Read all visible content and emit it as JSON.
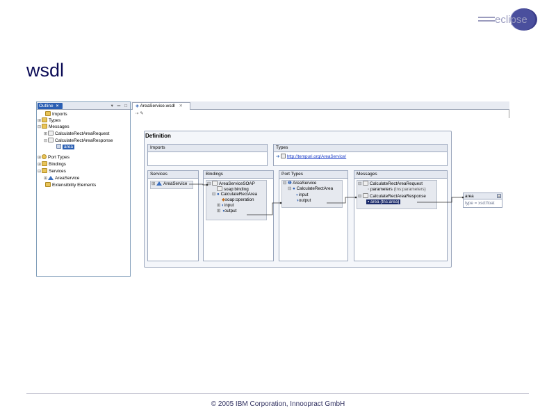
{
  "slide": {
    "title": "wsdl",
    "footer": "© 2005 IBM Corporation, Innoopract GmbH",
    "logo": "eclipse"
  },
  "outline": {
    "tab_label": "Outline",
    "close_glyph": "×",
    "toolbar_glyphs": "▾ ═ □",
    "items": {
      "imports": "Imports",
      "types": "Types",
      "messages": "Messages",
      "msg_request": "CalculateRectAreaRequest",
      "msg_response": "CalculateRectAreaResponse",
      "part_area": "area",
      "port_types": "Port Types",
      "bindings": "Bindings",
      "services": "Services",
      "service_area": "AreaService",
      "extensibility": "Extensibility Elements"
    }
  },
  "editor": {
    "tab_label": "AreaService.wsdl",
    "tab_close": "⨯",
    "toolbar": "⇢  ✎",
    "definition_title": "Definition",
    "sections": {
      "imports": {
        "title": "Imports"
      },
      "types": {
        "title": "Types",
        "entry": "http://tempuri.org/AreaService/"
      },
      "services": {
        "title": "Services",
        "entry": "AreaService"
      },
      "bindings": {
        "title": "Bindings",
        "binding": "AreaServiceSOAP",
        "soap_binding": "soap:binding",
        "operation": "CalculateRectArea",
        "soap_operation": "soap:operation",
        "input": "input",
        "output": "output"
      },
      "port_types": {
        "title": "Port Types",
        "port_type": "AreaService",
        "operation": "CalculateRectArea",
        "input": "input",
        "output": "output"
      },
      "messages": {
        "title": "Messages",
        "request": "CalculateRectAreaRequest",
        "request_part": "parameters",
        "request_part_type": "(tns:parameters)",
        "response": "CalculateRectAreaResponse",
        "response_part": "area",
        "response_part_type": "(tns:area)"
      }
    },
    "area_box": {
      "title": "area",
      "type_text": "type = xsd:float",
      "button": "⊟"
    }
  },
  "colors": {
    "accent": "#2b5fb3",
    "title": "#0a0a55",
    "link": "#1a3cc8"
  }
}
